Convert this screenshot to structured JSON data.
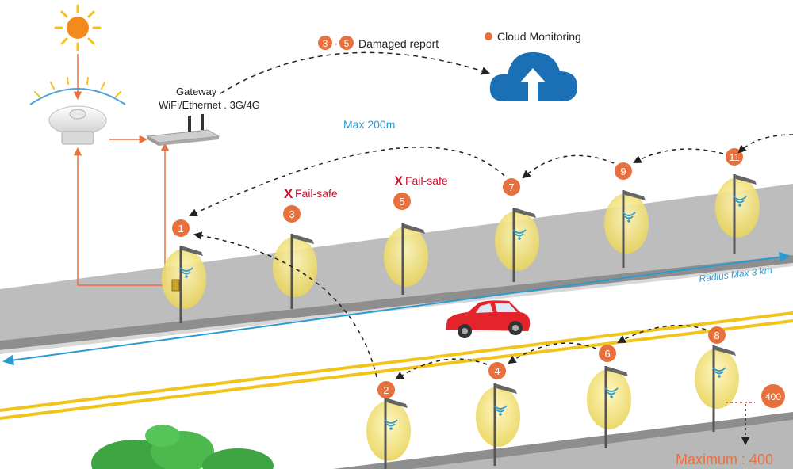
{
  "labels": {
    "damaged_report": "Damaged report",
    "report_num_a": "3",
    "report_num_b": "5",
    "cloud_monitoring": "Cloud Monitoring",
    "gateway_line1": "Gateway",
    "gateway_line2": "WiFi/Ethernet . 3G/4G",
    "max_range": "Max 200m",
    "radius": "Radius Max 3 km",
    "maximum": "Maximum : 400",
    "failsafe": "Fail-safe",
    "fail_mark": "X",
    "end_node": "400"
  },
  "lamps": [
    {
      "id": "1"
    },
    {
      "id": "2"
    },
    {
      "id": "3"
    },
    {
      "id": "4"
    },
    {
      "id": "5"
    },
    {
      "id": "6"
    },
    {
      "id": "7"
    },
    {
      "id": "8"
    },
    {
      "id": "9"
    },
    {
      "id": "11"
    }
  ],
  "failed_lamps": [
    "3",
    "5"
  ],
  "colors": {
    "node_orange": "#e8703d",
    "cloud_blue": "#1a6fb5",
    "sky_blue_text": "#2b9bd1",
    "fail_red": "#c8102e",
    "road_gray": "#bcbcbc",
    "road_stripe": "#f0c419",
    "car_red": "#e3242b",
    "lamp_glow": "#f3e27a",
    "sun": "#f28a1c"
  }
}
